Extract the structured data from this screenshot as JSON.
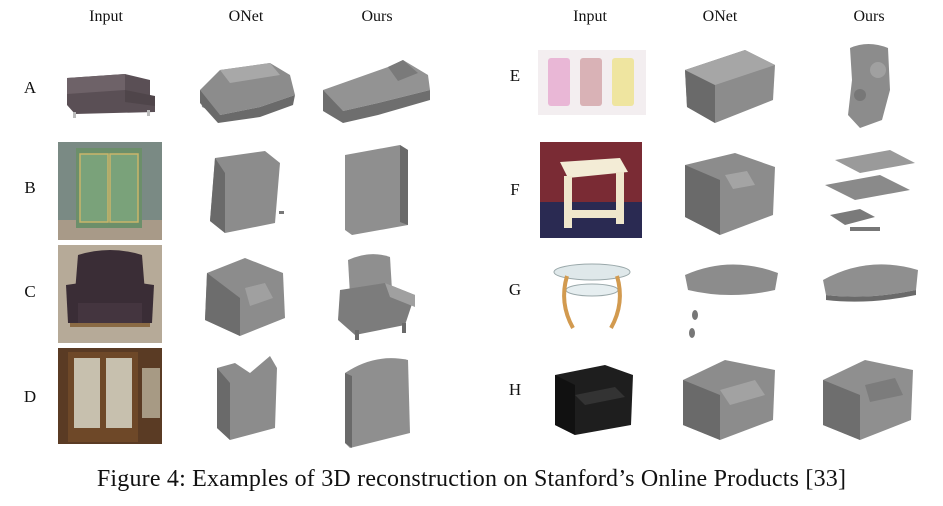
{
  "headers": {
    "left": [
      "Input",
      "ONet",
      "Ours"
    ],
    "right": [
      "Input",
      "ONet",
      "Ours"
    ]
  },
  "rows_left": [
    {
      "label": "A",
      "object": "sofa"
    },
    {
      "label": "B",
      "object": "wardrobe"
    },
    {
      "label": "C",
      "object": "armchair"
    },
    {
      "label": "D",
      "object": "cabinet"
    }
  ],
  "rows_right": [
    {
      "label": "E",
      "object": "lamps"
    },
    {
      "label": "F",
      "object": "side-table"
    },
    {
      "label": "G",
      "object": "glass-table"
    },
    {
      "label": "H",
      "object": "leather-chair"
    }
  ],
  "caption": "Figure 4: Examples of 3D reconstruction on Stanford’s Online Products [33]",
  "colors": {
    "mesh": "#8c8c8c",
    "mesh_dark": "#6a6a6a",
    "mesh_light": "#b3b3b3"
  }
}
